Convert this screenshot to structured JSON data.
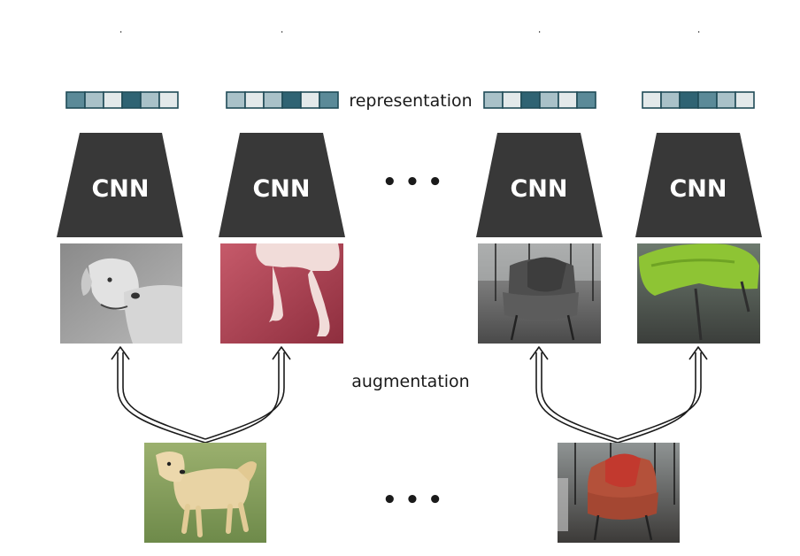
{
  "labels": {
    "cnn": "CNN",
    "representation": "representation",
    "augmentation": "augmentation",
    "ellipsis": "• • •"
  },
  "colors": {
    "dark_teal": "#2f6373",
    "mid_teal": "#5b8a98",
    "light_teal": "#a9c1c8",
    "pale": "#e3e9ea",
    "cnn_fill": "#383838",
    "arrow": "#1a1a1a"
  },
  "representations": [
    [
      "mid_teal",
      "light_teal",
      "pale",
      "dark_teal",
      "light_teal",
      "pale"
    ],
    [
      "light_teal",
      "pale",
      "light_teal",
      "dark_teal",
      "pale",
      "mid_teal"
    ],
    [
      "light_teal",
      "pale",
      "dark_teal",
      "light_teal",
      "pale",
      "mid_teal"
    ],
    [
      "pale",
      "light_teal",
      "dark_teal",
      "mid_teal",
      "light_teal",
      "pale"
    ]
  ],
  "images": {
    "augmented": [
      "dog-grayscale-crop-image",
      "dog-legs-red-tint-crop-image",
      "chair-grayscale-crop-image",
      "chair-green-tint-crop-image"
    ],
    "originals": [
      "dog-original-image",
      "chair-original-image"
    ]
  }
}
